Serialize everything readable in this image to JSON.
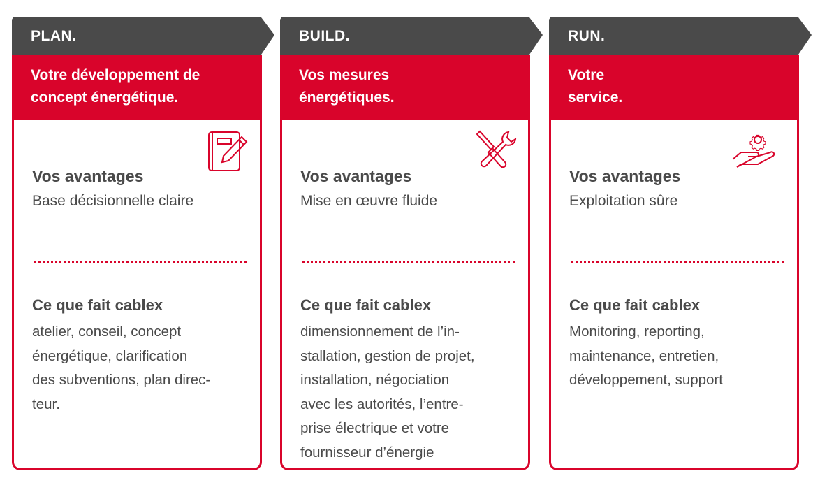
{
  "columns": [
    {
      "phase": "PLAN.",
      "title_lines": [
        "Votre développement de",
        "concept énergétique."
      ],
      "icon": "notebook-pencil-icon",
      "advantages_title": "Vos avantages",
      "advantage": "Base décisionnelle claire",
      "cablex_title": "Ce que fait cablex",
      "cablex_lines": [
        "atelier, conseil, concept",
        "énergétique, clarification",
        "des subventions, plan direc-",
        "teur."
      ]
    },
    {
      "phase": "BUILD.",
      "title_lines": [
        "Vos mesures",
        "énergétiques."
      ],
      "icon": "tools-icon",
      "advantages_title": "Vos avantages",
      "advantage": "Mise en œuvre fluide",
      "cablex_title": "Ce que fait cablex",
      "cablex_lines": [
        "dimensionnement de l’in-",
        "stallation, gestion de projet,",
        "installation, négociation",
        "avec les autorités, l’entre-",
        "prise électrique et votre",
        "fournisseur d’énergie"
      ]
    },
    {
      "phase": "RUN.",
      "title_lines": [
        "Votre",
        "service."
      ],
      "icon": "hand-gear-icon",
      "advantages_title": "Vos avantages",
      "advantage": "Exploitation sûre",
      "cablex_title": "Ce que fait cablex",
      "cablex_lines": [
        "Monitoring, reporting,",
        "maintenance, entretien,",
        "développement, support"
      ]
    }
  ],
  "colors": {
    "accent": "#d9042b",
    "header": "#4a4a4a",
    "text": "#4a4a4a"
  }
}
